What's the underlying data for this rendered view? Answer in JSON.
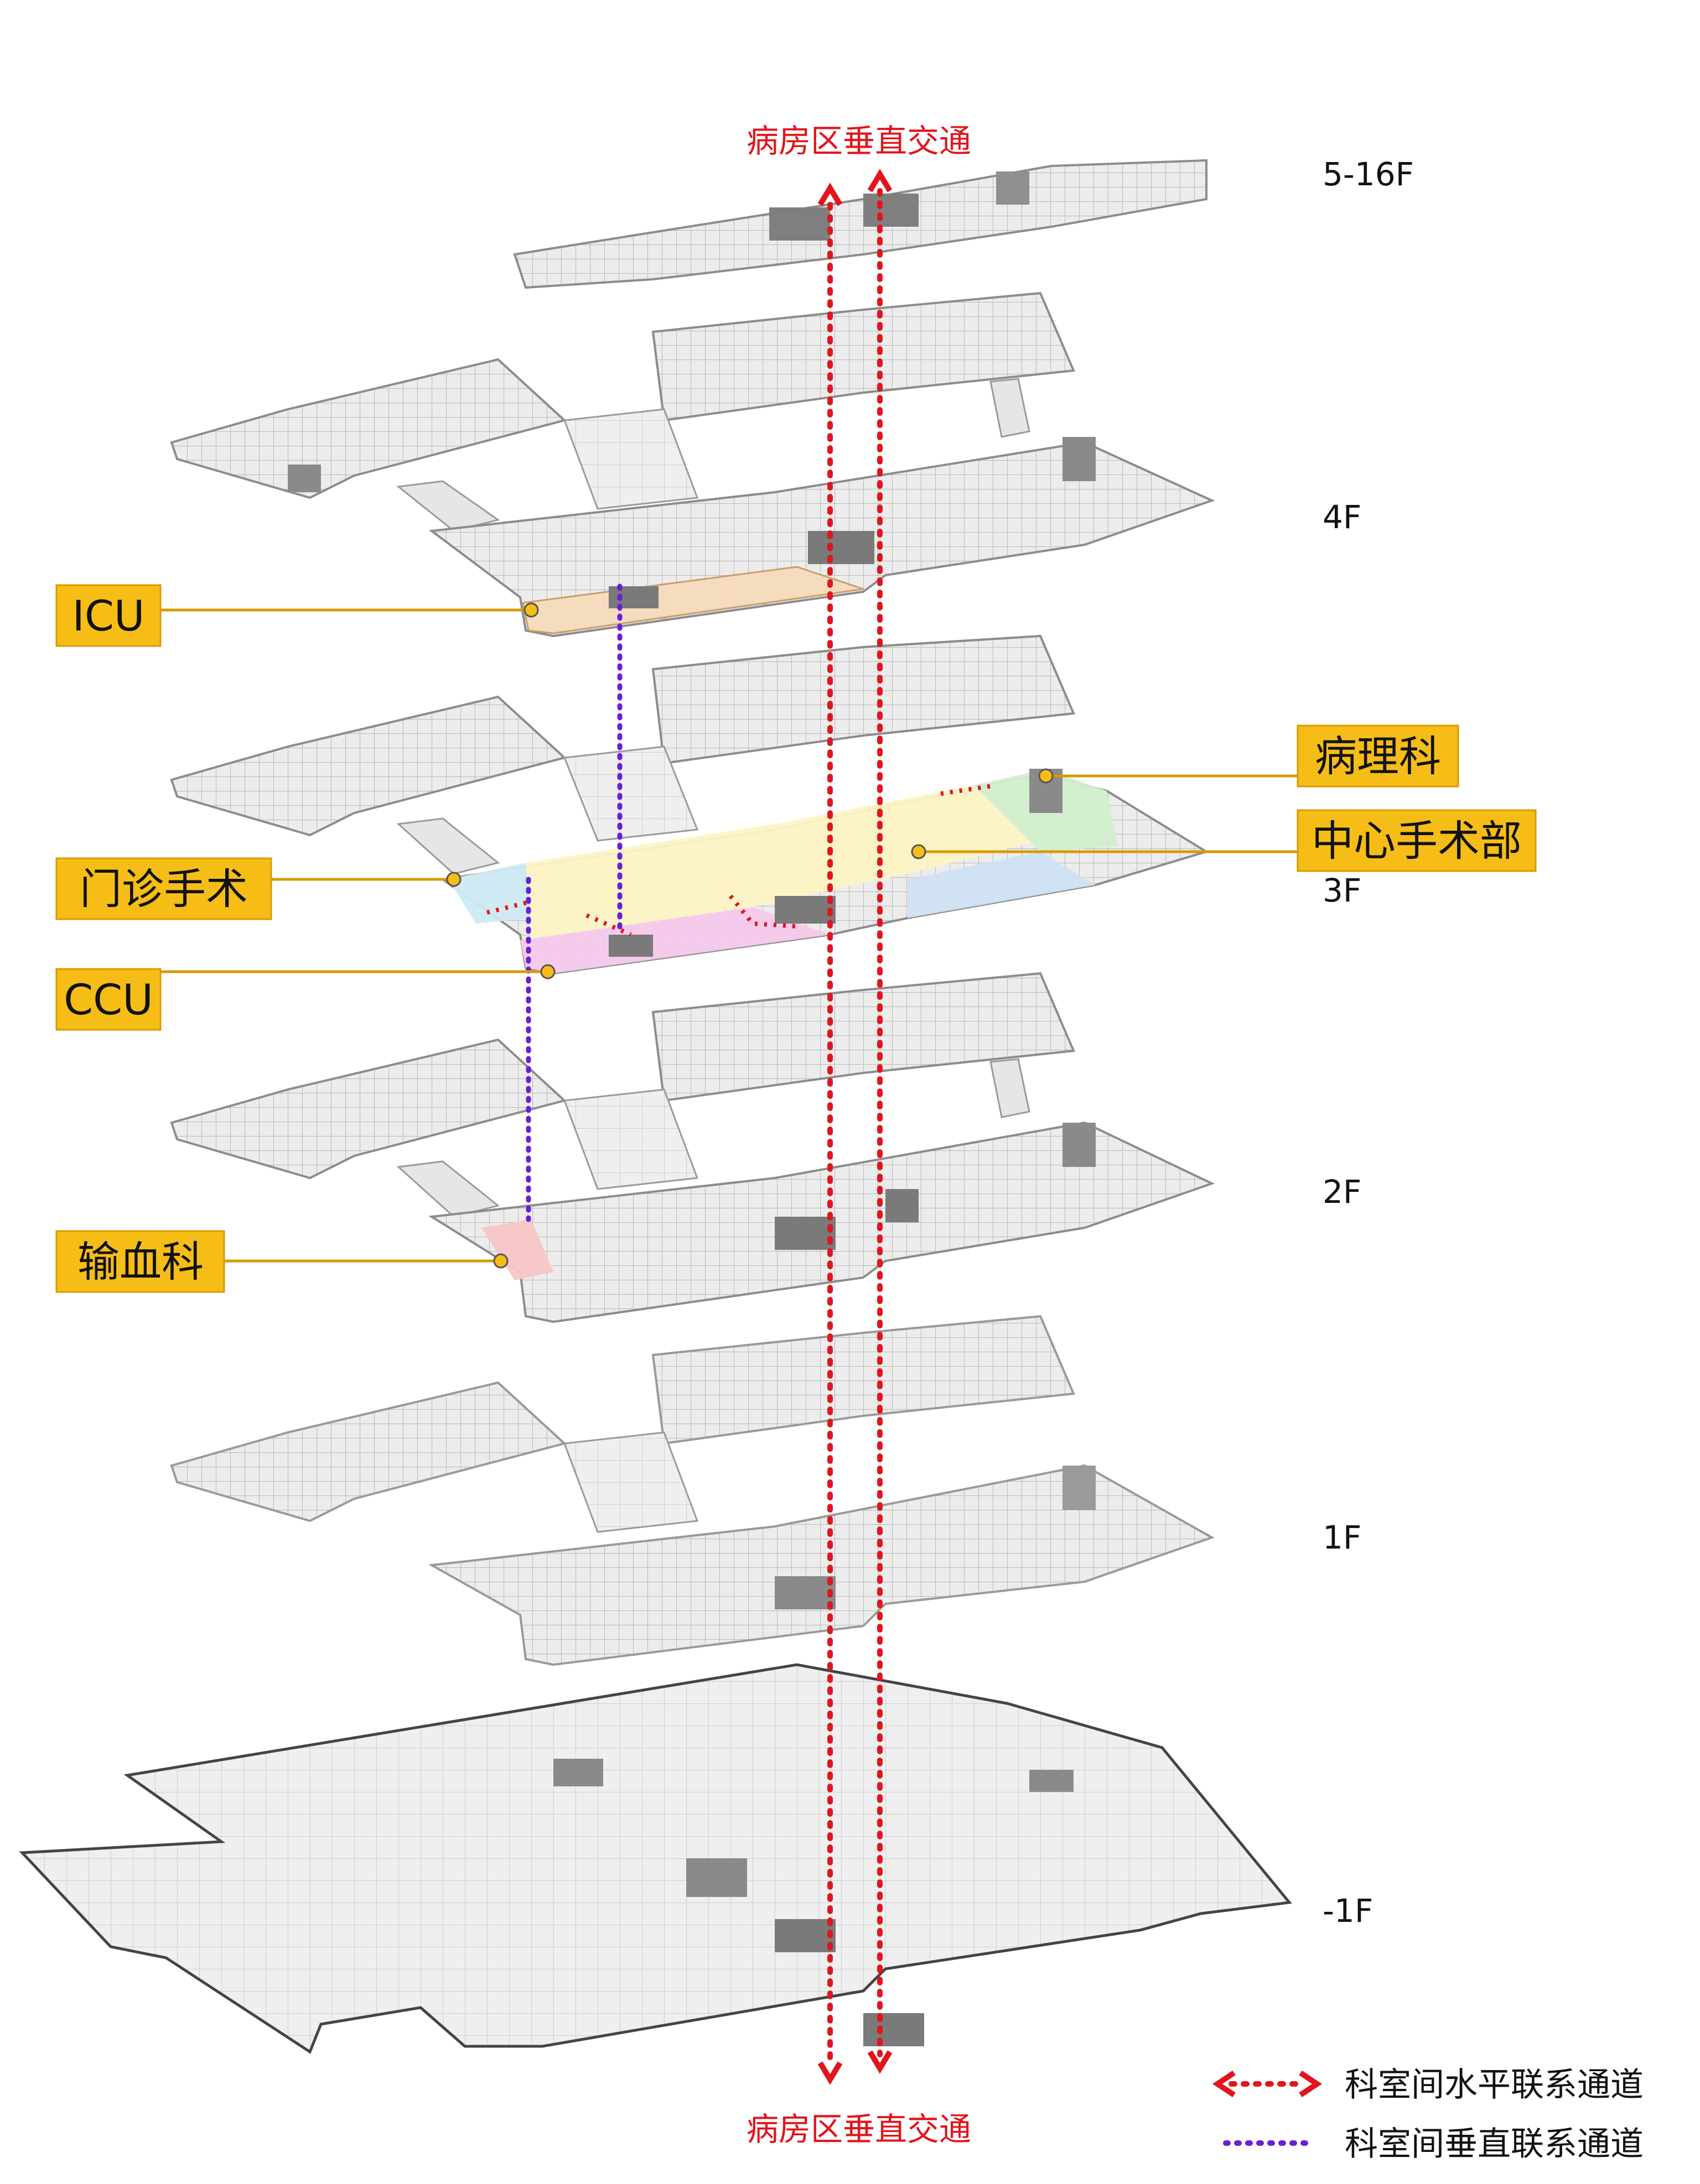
{
  "titles": {
    "top": "病房区垂直交通",
    "bottom": "病房区垂直交通"
  },
  "floors": [
    "5-16F",
    "4F",
    "3F",
    "2F",
    "1F",
    "-1F"
  ],
  "callouts": {
    "icu": "ICU",
    "outpatient_surgery": "门诊手术",
    "ccu": "CCU",
    "blood_transfusion": "输血科",
    "pathology": "病理科",
    "central_surgery": "中心手术部"
  },
  "legend": {
    "horizontal": "科室间水平联系通道",
    "vertical": "科室间垂直联系通道"
  },
  "colors": {
    "ward_vertical_traffic": "#e3141b",
    "department_vertical_link": "#6a1fd6",
    "callout_fill": "#f6bd16",
    "callout_line": "#d89b00",
    "plan_fill": "#eeeeee",
    "plan_line": "#9a9a9a",
    "icu_zone": "#f7dcbc",
    "outpatient_surgery_zone": "#cfeaf3",
    "ccu_zone": "#f5c9ec",
    "central_surgery_zone": "#fdf4c4",
    "pathology_zone": "#d2efcf",
    "blue_zone": "#cfe1f3",
    "blood_zone": "#f7c6c6"
  }
}
